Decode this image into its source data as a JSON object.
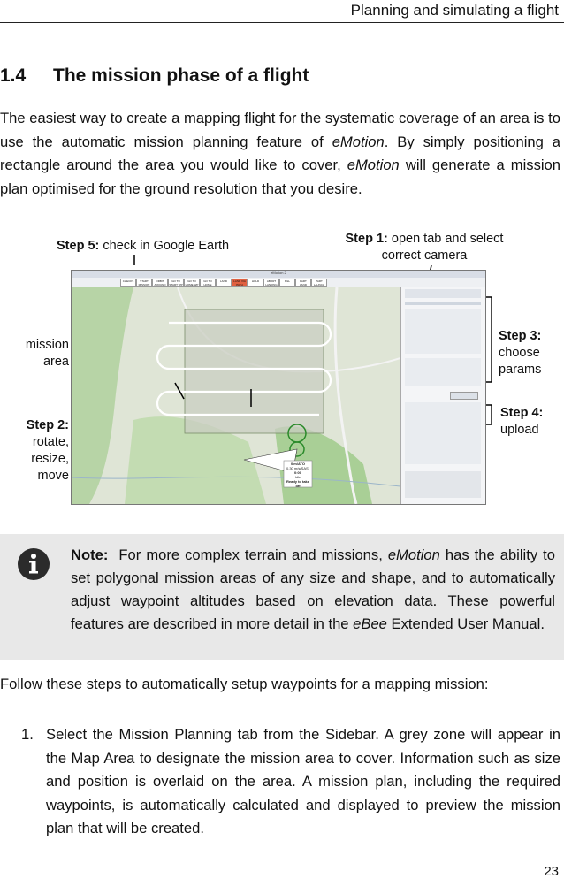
{
  "header": {
    "running_title": "Planning and simulating a flight"
  },
  "section": {
    "number": "1.4",
    "title": "The mission phase of a flight"
  },
  "intro": {
    "t1": "The easiest way to create a mapping flight for the systematic coverage of an area is to use the automatic mission planning feature of ",
    "e1": "eMotion",
    "t2": ". By simply positioning a rectangle around the area you would like to cover, ",
    "e2": "eMotion",
    "t3": " will generate a mission plan optimised for the ground resolution that you desire."
  },
  "figure": {
    "step5_label": "Step 5:",
    "step5_text": "check in Google Earth",
    "step1_label": "Step 1:",
    "step1_text_a": "open tab and select",
    "step1_text_b": "correct camera",
    "mission_area_a": "mission",
    "mission_area_b": "area",
    "step2_label": "Step 2:",
    "step2_l1": "rotate,",
    "step2_l2": "resize,",
    "step2_l3": "move",
    "step3_label": "Step 3:",
    "step3_l1": "choose",
    "step3_l2": "params",
    "step4_label": "Step 4:",
    "step4_l1": "upload",
    "screen": {
      "window_title": "eMotion 2",
      "status_speed": "0 m/ATO",
      "status_sub": "0.30 m/s(SAS)",
      "status_time": "0:00",
      "status_idle": "Idle",
      "status_ready": "Ready to take off",
      "toolbar_buttons": [
        "CHECKS",
        "START MISSION",
        "ORBIT AROUND",
        "GO TO START WP",
        "GO TO HOME WP",
        "GO TO HOME",
        "LAND",
        "LAND VIA PATH",
        "HOLD",
        "ABORT LANDING",
        "KILL",
        "PART LAND",
        "PART LAUNCH"
      ]
    }
  },
  "note": {
    "label": "Note:",
    "t1": "For more complex terrain and missions, ",
    "e1": "eMotion",
    "t2": " has the ability to set polygonal mission areas of any size and shape, and to automatically adjust waypoint altitudes based on elevation data. These powerful features are described in more detail in the ",
    "e2": "eBee",
    "t3": " Extended User Manual."
  },
  "follow": "Follow these steps to automatically setup waypoints for a mapping mission:",
  "list": [
    {
      "num": "1.",
      "text": "Select the Mission Planning tab from the Sidebar. A grey zone will appear in the Map Area to designate the mission area to cover. Information such as size and position is overlaid on the area. A mission plan, including the required waypoints, is automatically calculated and displayed to preview the mission plan that will be created."
    }
  ],
  "page_number": "23"
}
